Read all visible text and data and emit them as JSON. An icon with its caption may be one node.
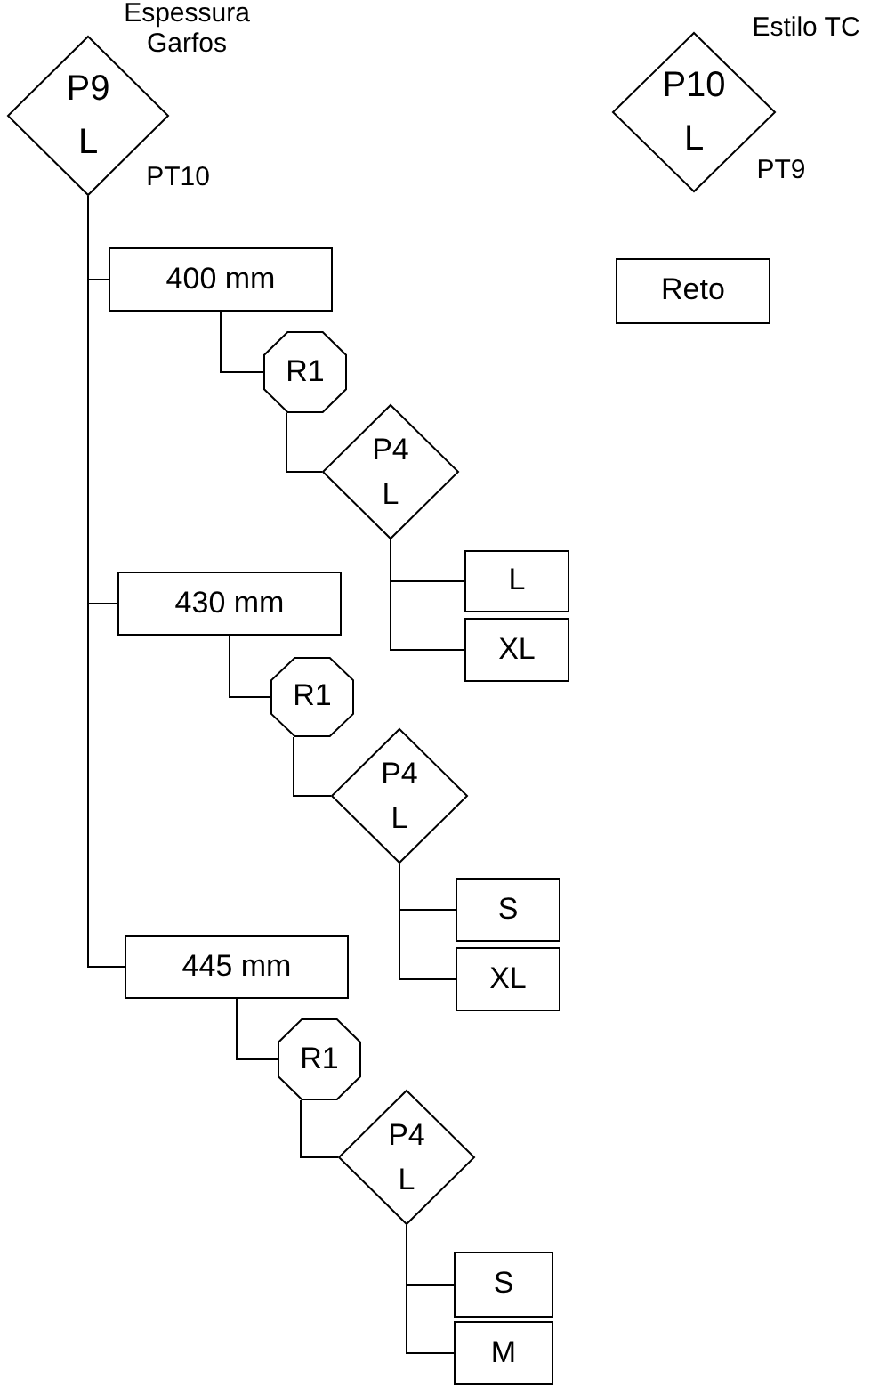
{
  "diagram": {
    "nodes": [
      {
        "text": [
          "P9",
          "L"
        ],
        "beside": [
          "Espessura Garfos",
          "PT10"
        ]
      },
      {
        "text": [
          "400 mm"
        ]
      },
      {
        "text": [
          "R1"
        ]
      },
      {
        "text": [
          "P4",
          "L"
        ]
      },
      {
        "text": [
          "L"
        ]
      },
      {
        "text": [
          "XL"
        ]
      },
      {
        "text": [
          "430 mm"
        ]
      },
      {
        "text": [
          "R1"
        ]
      },
      {
        "text": [
          "P4",
          "L"
        ]
      },
      {
        "text": [
          "S"
        ]
      },
      {
        "text": [
          "XL"
        ]
      },
      {
        "text": [
          "445 mm"
        ]
      },
      {
        "text": [
          "R1"
        ]
      },
      {
        "text": [
          "P4",
          "L"
        ]
      },
      {
        "text": [
          "S"
        ]
      },
      {
        "text": [
          "M"
        ]
      },
      {
        "text": [
          "P10",
          "L"
        ],
        "beside": [
          "Estilo TC",
          "PT9"
        ]
      },
      {
        "text": [
          "Reto"
        ]
      }
    ],
    "edges": [
      {
        "from": 0,
        "to": 1,
        "arrow": "none"
      },
      {
        "from": 0,
        "to": 6,
        "arrow": "none"
      },
      {
        "from": 0,
        "to": 11,
        "arrow": "none"
      },
      {
        "from": 1,
        "to": 2,
        "arrow": "none"
      },
      {
        "from": 2,
        "to": 3,
        "arrow": "none"
      },
      {
        "from": 3,
        "to": 4,
        "arrow": "none"
      },
      {
        "from": 3,
        "to": 5,
        "arrow": "none"
      },
      {
        "from": 6,
        "to": 7,
        "arrow": "none"
      },
      {
        "from": 7,
        "to": 8,
        "arrow": "none"
      },
      {
        "from": 8,
        "to": 9,
        "arrow": "none"
      },
      {
        "from": 8,
        "to": 10,
        "arrow": "none"
      },
      {
        "from": 11,
        "to": 12,
        "arrow": "none"
      },
      {
        "from": 12,
        "to": 13,
        "arrow": "none"
      },
      {
        "from": 13,
        "to": 14,
        "arrow": "none"
      },
      {
        "from": 13,
        "to": 15,
        "arrow": "none"
      }
    ]
  }
}
